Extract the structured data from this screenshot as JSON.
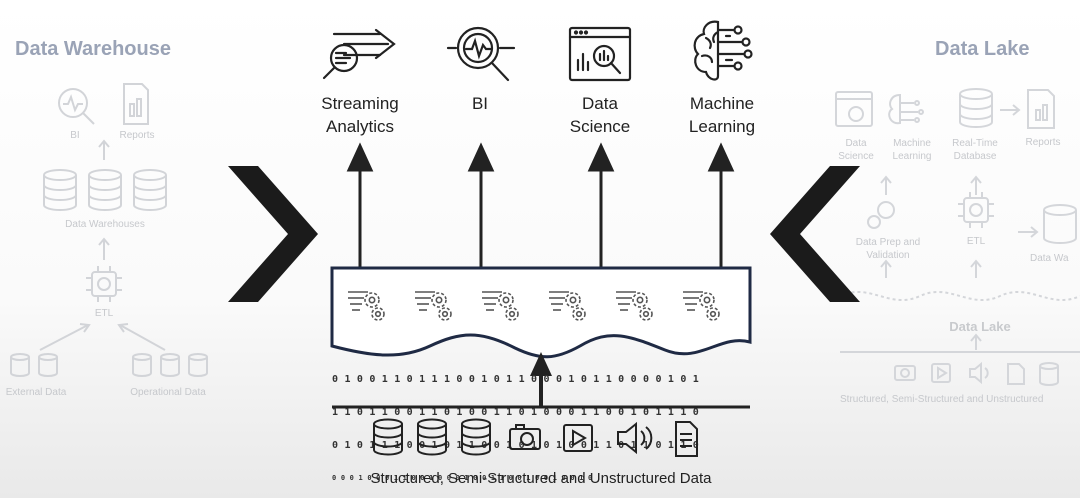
{
  "left": {
    "title": "Data Warehouse",
    "bi": "BI",
    "reports": "Reports",
    "warehouses": "Data Warehouses",
    "etl": "ETL",
    "external": "External Data",
    "operational": "Operational Data"
  },
  "right": {
    "title": "Data Lake",
    "data_science": "Data Science",
    "machine_learning": "Machine Learning",
    "real_time_db": "Real-Time Database",
    "reports": "Reports",
    "data_prep": "Data Prep and Validation",
    "etl": "ETL",
    "data_warehouse": "Data Wa",
    "data_lake": "Data Lake",
    "caption": "Structured, Semi-Structured and Unstructured"
  },
  "center": {
    "outputs": [
      {
        "line1": "Streaming",
        "line2": "Analytics",
        "icon": "streaming-analytics-icon"
      },
      {
        "line1": "BI",
        "line2": "",
        "icon": "bi-icon"
      },
      {
        "line1": "Data",
        "line2": "Science",
        "icon": "data-science-icon"
      },
      {
        "line1": "Machine",
        "line2": "Learning",
        "icon": "machine-learning-icon"
      }
    ],
    "binary_rows": [
      "0 1 0 0 1 1 0 1 1 1 0 0 1 0 1 1 0 0 0 1 0 1 1 0 0 0 0 1 0 1",
      "1 1 0 1 1 0 0 1 1 0 1 0 0 1 1 0 1 0 0 0 1 1 0 0 1 0 1 1 1 0",
      "0 1 0 1 1 1 0 0 1 0 1 1 0 0 1 0 1 0 1 0 0 1 1 0 1 1 0 1 1 0",
      "0 0 0 1 0 0 0 1 1 0 0 1 0 0 0 1 0 0 1 1 0 0 1 0 0 1 0 0 1 0"
    ],
    "source_icons": [
      "database-icon",
      "database-icon",
      "database-icon",
      "camera-icon",
      "play-icon",
      "speaker-icon",
      "document-icon"
    ],
    "caption": "Structured, Semi-Structured and Unstructured Data"
  },
  "colors": {
    "navy": "#1f2a44",
    "dark": "#222222",
    "faint": "#c6c8cc",
    "title_faint": "#9aa3b6"
  }
}
